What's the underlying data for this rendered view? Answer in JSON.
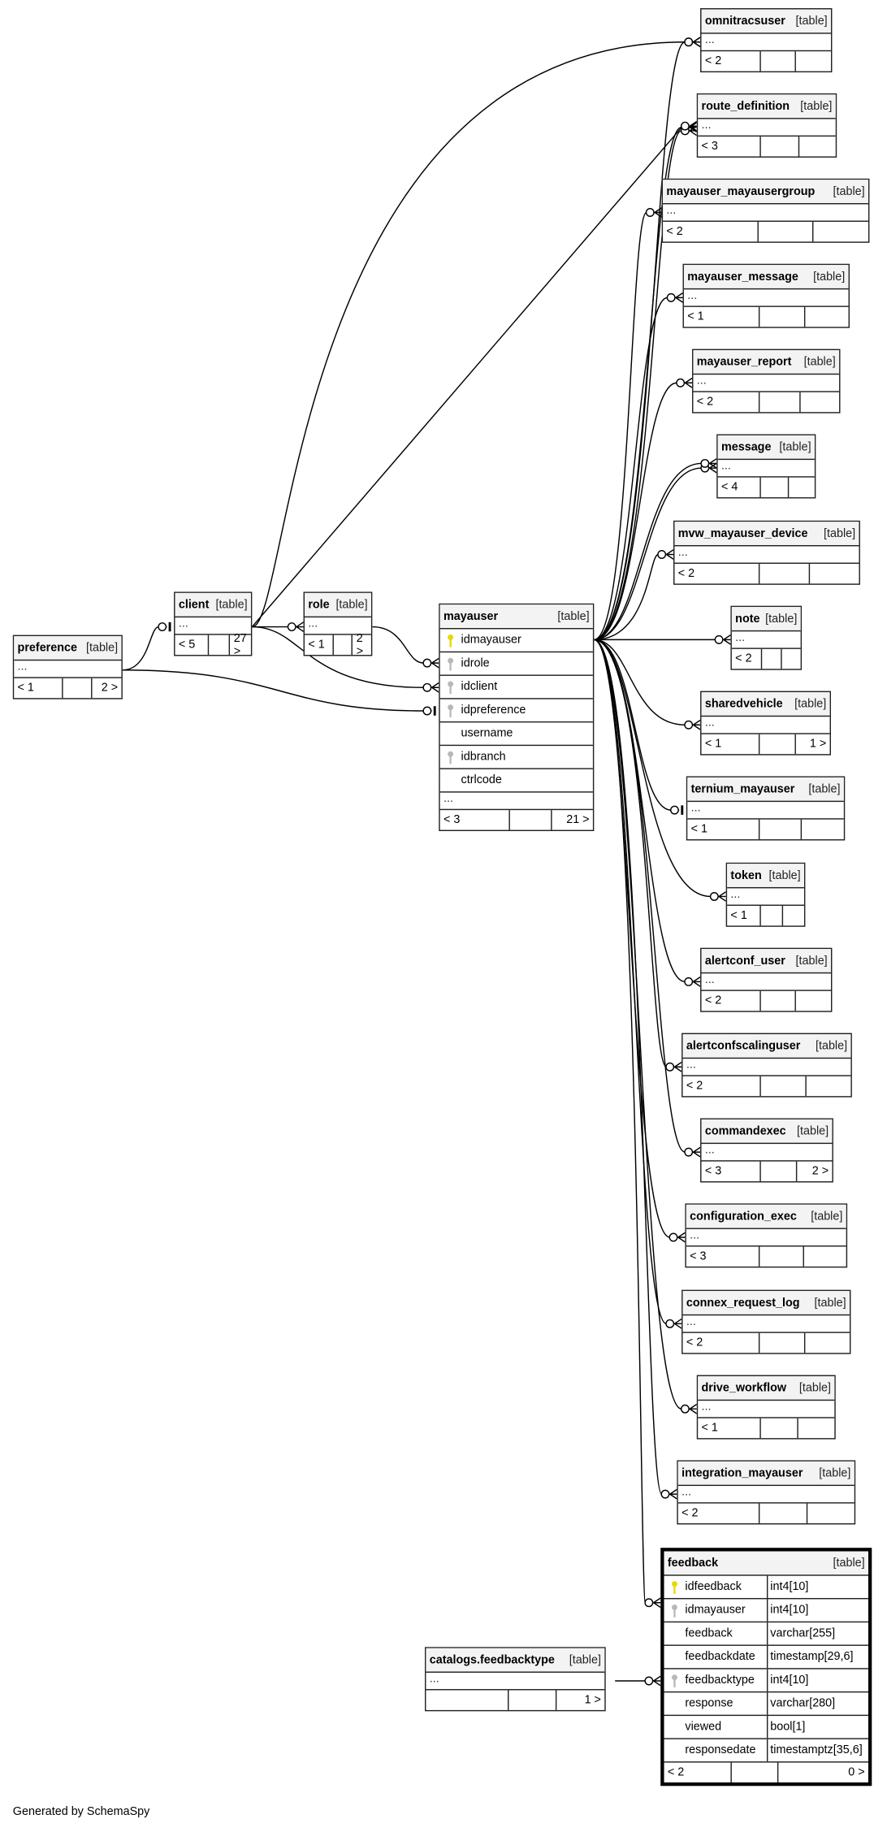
{
  "colors": {
    "primary_key": "#e8d800",
    "foreign_key": "#b8b8b8",
    "header_bg": "#f3f3f3"
  },
  "type_label": "[table]",
  "ellipsis": "...",
  "footer_text": "Generated by SchemaSpy",
  "tables": [
    {
      "id": "omnitracsuser",
      "name": "omnitracsuser",
      "footer": {
        "left": "< 2",
        "right": ""
      }
    },
    {
      "id": "route_definition",
      "name": "route_definition",
      "footer": {
        "left": "< 3",
        "right": ""
      }
    },
    {
      "id": "mayauser_mayausergroup",
      "name": "mayauser_mayausergroup",
      "footer": {
        "left": "< 2",
        "right": ""
      }
    },
    {
      "id": "mayauser_message",
      "name": "mayauser_message",
      "footer": {
        "left": "< 1",
        "right": ""
      }
    },
    {
      "id": "mayauser_report",
      "name": "mayauser_report",
      "footer": {
        "left": "< 2",
        "right": ""
      }
    },
    {
      "id": "message",
      "name": "message",
      "footer": {
        "left": "< 4",
        "right": ""
      }
    },
    {
      "id": "mvw_mayauser_device",
      "name": "mvw_mayauser_device",
      "footer": {
        "left": "< 2",
        "right": ""
      }
    },
    {
      "id": "note",
      "name": "note",
      "footer": {
        "left": "< 2",
        "right": ""
      }
    },
    {
      "id": "sharedvehicle",
      "name": "sharedvehicle",
      "footer": {
        "left": "< 1",
        "right": "1 >"
      }
    },
    {
      "id": "ternium_mayauser",
      "name": "ternium_mayauser",
      "footer": {
        "left": "< 1",
        "right": ""
      }
    },
    {
      "id": "token",
      "name": "token",
      "footer": {
        "left": "< 1",
        "right": ""
      }
    },
    {
      "id": "alertconf_user",
      "name": "alertconf_user",
      "footer": {
        "left": "< 2",
        "right": ""
      }
    },
    {
      "id": "alertconfscalinguser",
      "name": "alertconfscalinguser",
      "footer": {
        "left": "< 2",
        "right": ""
      }
    },
    {
      "id": "commandexec",
      "name": "commandexec",
      "footer": {
        "left": "< 3",
        "right": "2 >"
      }
    },
    {
      "id": "configuration_exec",
      "name": "configuration_exec",
      "footer": {
        "left": "< 3",
        "right": ""
      }
    },
    {
      "id": "connex_request_log",
      "name": "connex_request_log",
      "footer": {
        "left": "< 2",
        "right": ""
      }
    },
    {
      "id": "drive_workflow",
      "name": "drive_workflow",
      "footer": {
        "left": "< 1",
        "right": ""
      }
    },
    {
      "id": "integration_mayauser",
      "name": "integration_mayauser",
      "footer": {
        "left": "< 2",
        "right": ""
      }
    },
    {
      "id": "catalogs_feedbacktype",
      "name": "catalogs.feedbacktype",
      "footer": {
        "left": "",
        "right": "1 >"
      }
    },
    {
      "id": "preference",
      "name": "preference",
      "footer": {
        "left": "< 1",
        "right": "2 >"
      }
    },
    {
      "id": "client",
      "name": "client",
      "footer": {
        "left": "< 5",
        "right": "27 >"
      }
    },
    {
      "id": "role",
      "name": "role",
      "footer": {
        "left": "< 1",
        "right": "2 >"
      }
    },
    {
      "id": "mayauser",
      "name": "mayauser",
      "columns": [
        {
          "name": "idmayauser",
          "key": "pk"
        },
        {
          "name": "idrole",
          "key": "fk"
        },
        {
          "name": "idclient",
          "key": "fk"
        },
        {
          "name": "idpreference",
          "key": "fk"
        },
        {
          "name": "username",
          "key": ""
        },
        {
          "name": "idbranch",
          "key": "fk"
        },
        {
          "name": "ctrlcode",
          "key": ""
        }
      ],
      "footer": {
        "left": "< 3",
        "right": "21 >"
      }
    },
    {
      "id": "feedback",
      "name": "feedback",
      "focus": true,
      "columns": [
        {
          "name": "idfeedback",
          "type": "int4[10]",
          "key": "pk"
        },
        {
          "name": "idmayauser",
          "type": "int4[10]",
          "key": "fk"
        },
        {
          "name": "feedback",
          "type": "varchar[255]",
          "key": ""
        },
        {
          "name": "feedbackdate",
          "type": "timestamp[29,6]",
          "key": ""
        },
        {
          "name": "feedbacktype",
          "type": "int4[10]",
          "key": "fk"
        },
        {
          "name": "response",
          "type": "varchar[280]",
          "key": ""
        },
        {
          "name": "viewed",
          "type": "bool[1]",
          "key": ""
        },
        {
          "name": "responsedate",
          "type": "timestamptz[35,6]",
          "key": ""
        }
      ],
      "footer": {
        "left": "< 2",
        "right": "0 >"
      }
    }
  ]
}
